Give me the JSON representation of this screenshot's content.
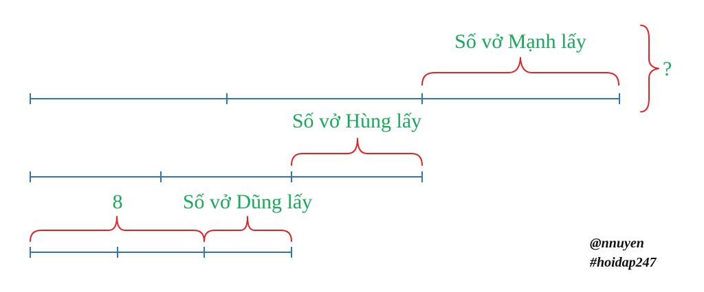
{
  "colors": {
    "segment": "#2e75b6",
    "brace": "#e02424",
    "label": "#1aa85a",
    "watermark": "#111111",
    "background": "#ffffff"
  },
  "bars": [
    {
      "name": "manh",
      "label": "Số vở Mạnh lấy",
      "units": 3
    },
    {
      "name": "hung",
      "label": "Số vở Hùng lấy",
      "units": 3
    },
    {
      "name": "dung",
      "label": "Số vở Dũng lấy",
      "units": 3
    }
  ],
  "labels": {
    "manh": "Số vở Mạnh lấy",
    "hung": "Số vở Hùng lấy",
    "dung": "Số vở Dũng lấy",
    "eight": "8",
    "question": "?"
  },
  "watermark": {
    "line1": "@nnuyen",
    "line2": "#hoidap247"
  }
}
